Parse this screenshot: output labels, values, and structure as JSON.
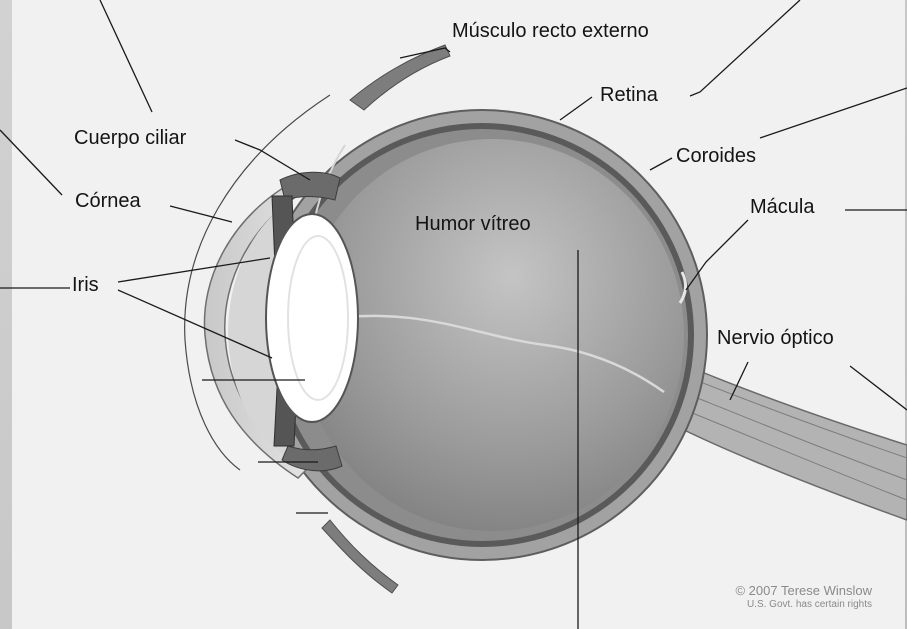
{
  "labels": {
    "musculo": "Músculo recto externo",
    "retina": "Retina",
    "cuerpo_ciliar": "Cuerpo ciliar",
    "coroides": "Coroides",
    "cornea": "Córnea",
    "macula": "Mácula",
    "humor_vitreo": "Humor vítreo",
    "iris": "Iris",
    "nervio_optico": "Nervio óptico"
  },
  "credit": {
    "line1": "© 2007 Terese Winslow",
    "line2": "U.S. Govt. has certain rights"
  },
  "colors": {
    "page_bg": "#c9c9c9",
    "panel_bg": "#f1f1f1",
    "sclera": "#9b9b9b",
    "vitreous": "#8f8f8f",
    "lens": "#ffffff",
    "label_text": "#141414",
    "leader_line": "#1a1a1a"
  }
}
